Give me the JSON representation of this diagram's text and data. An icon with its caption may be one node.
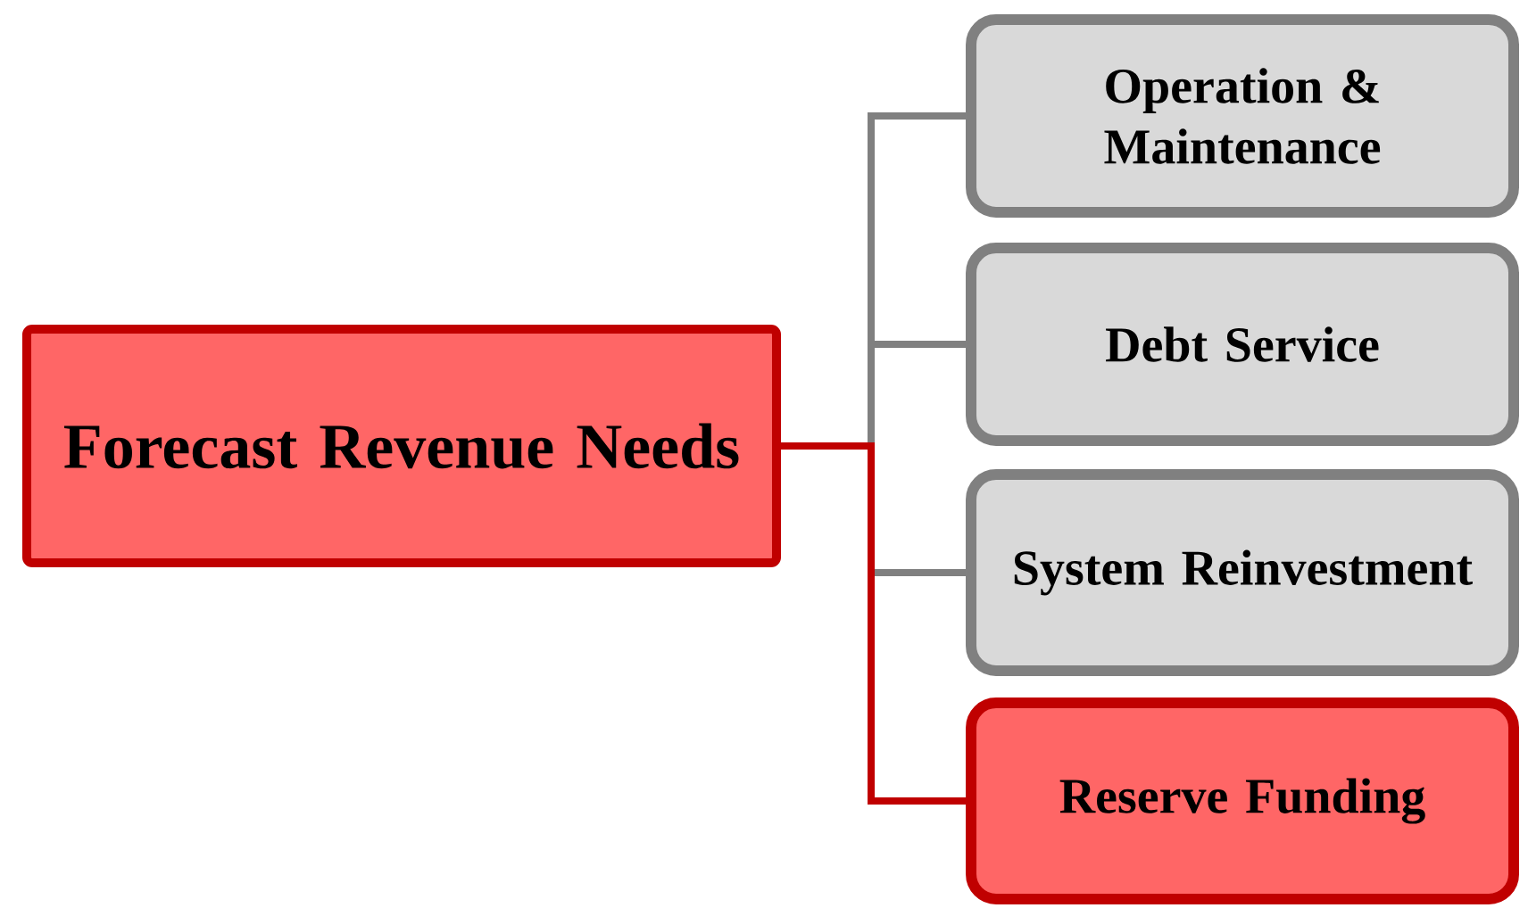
{
  "diagram": {
    "nodes": [
      {
        "text": [
          "Forecast Revenue Needs"
        ]
      },
      {
        "text": [
          "Operation & Maintenance"
        ]
      },
      {
        "text": [
          "Debt Service"
        ]
      },
      {
        "text": [
          "System Reinvestment"
        ]
      },
      {
        "text": [
          "Reserve Funding"
        ]
      }
    ],
    "edges": [
      {
        "from": 0,
        "to": 1,
        "arrow": "none"
      },
      {
        "from": 0,
        "to": 2,
        "arrow": "none"
      },
      {
        "from": 0,
        "to": 3,
        "arrow": "none"
      },
      {
        "from": 0,
        "to": 4,
        "arrow": "none",
        "color": "#c00000"
      }
    ]
  }
}
